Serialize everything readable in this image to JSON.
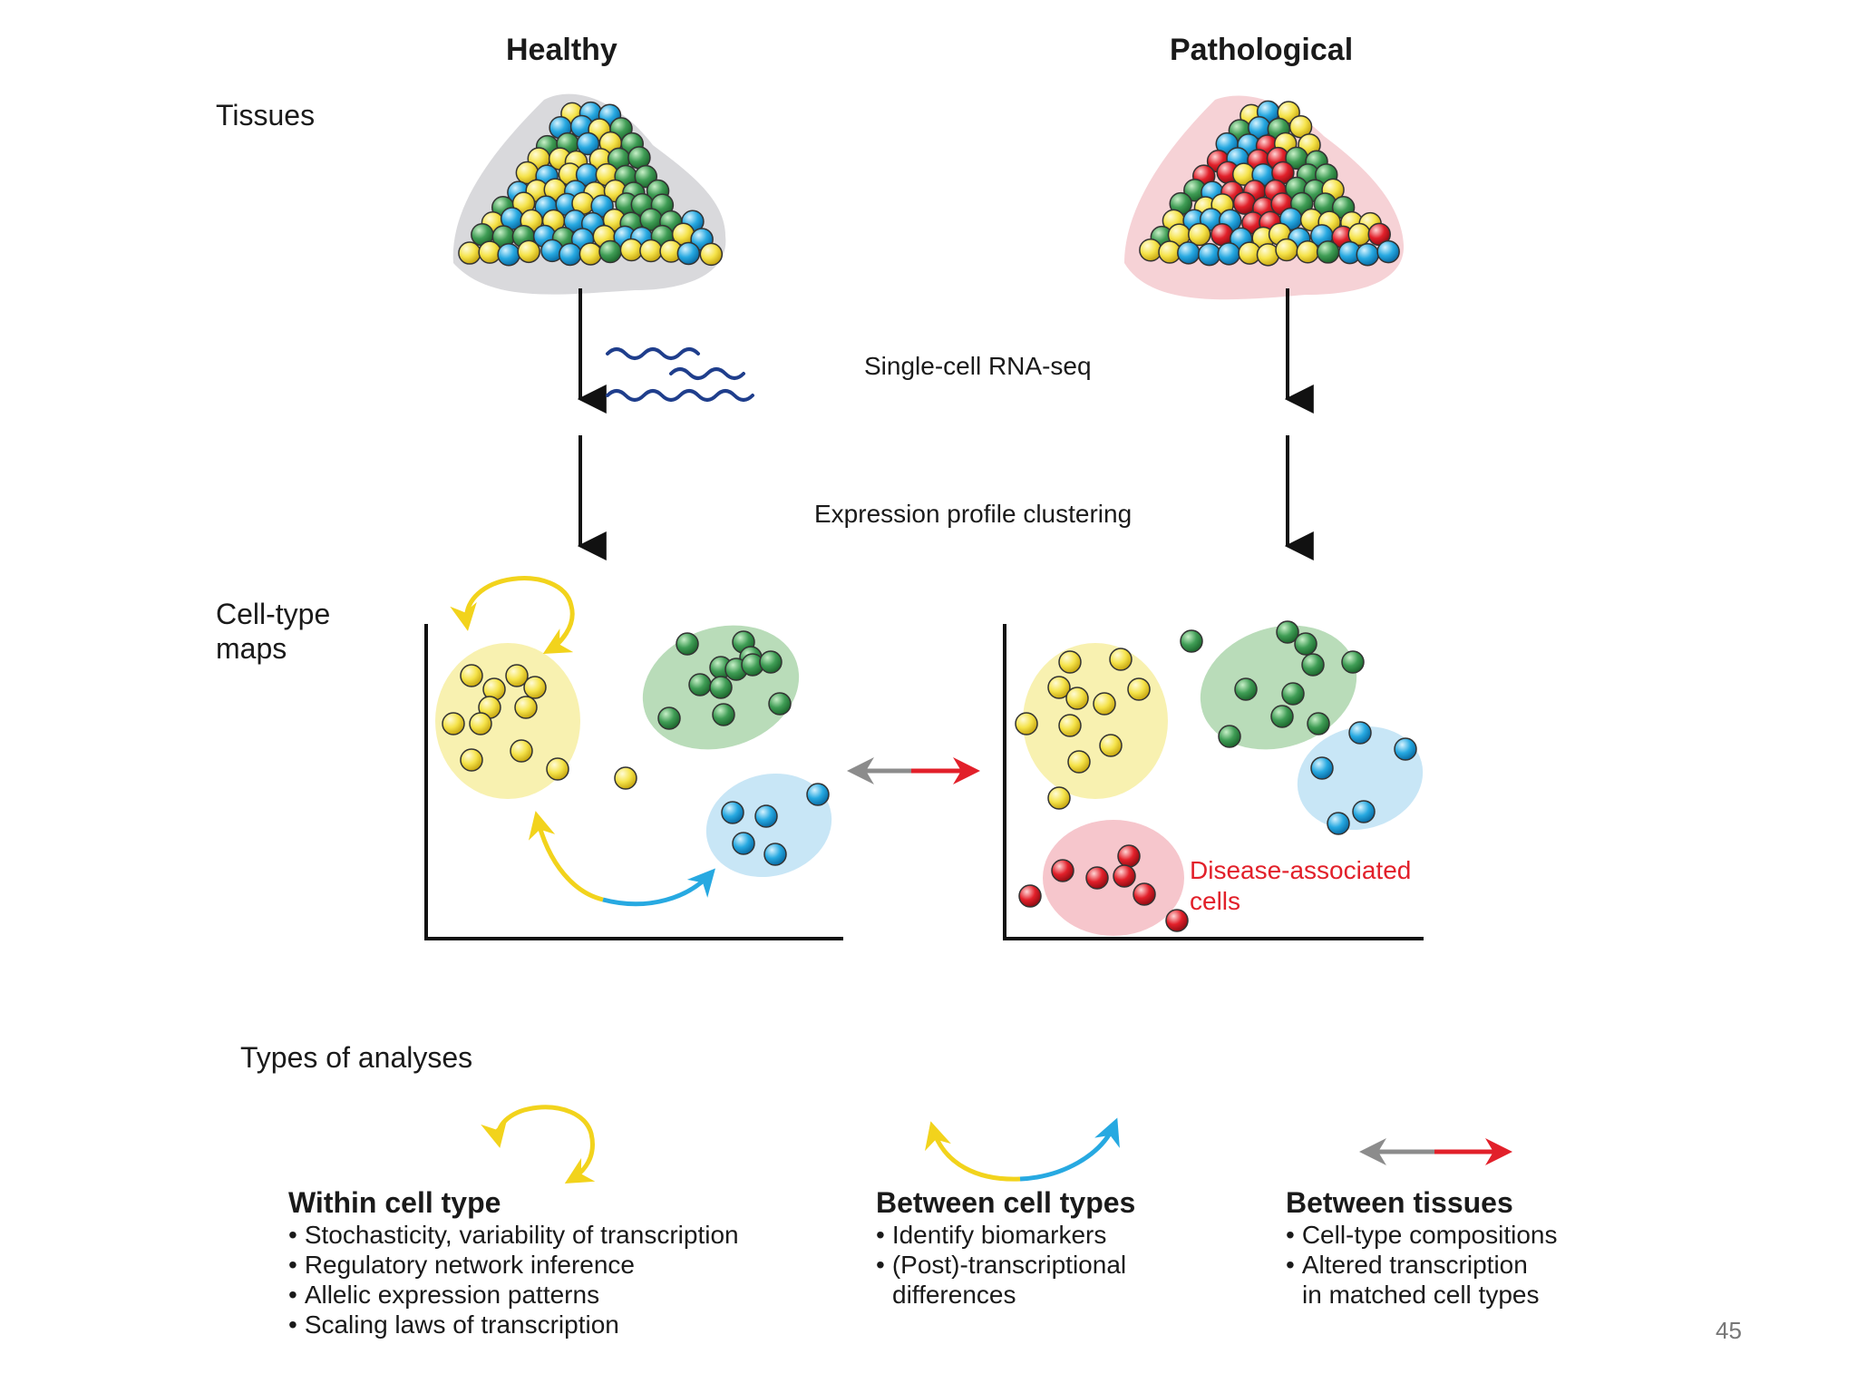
{
  "columns": {
    "healthy": "Healthy",
    "pathological": "Pathological"
  },
  "row_labels": {
    "tissues": "Tissues",
    "celltype_maps": [
      "Cell-type",
      "maps"
    ]
  },
  "steps": {
    "rnaseq": "Single-cell RNA-seq",
    "clustering": "Expression profile clustering"
  },
  "disease_label": [
    "Disease-associated",
    "cells"
  ],
  "analyses": {
    "title": "Types of analyses",
    "within": {
      "heading": "Within cell type",
      "bullets": [
        "Stochasticity, variability of transcription",
        "Regulatory network inference",
        "Allelic expression patterns",
        "Scaling laws of transcription"
      ]
    },
    "between_types": {
      "heading": "Between cell types",
      "bullets": [
        "Identify biomarkers",
        "(Post)-transcriptional"
      ],
      "continuation": "differences"
    },
    "between_tissues": {
      "heading": "Between tissues",
      "bullets": [
        "Cell-type compositions",
        "Altered transcription"
      ],
      "continuation": "in matched cell types"
    }
  },
  "page_number": "45",
  "colors": {
    "yellow": "#f2dd3c",
    "green": "#3f9d55",
    "blue": "#27a9e1",
    "red": "#e2202a",
    "gray": "#8c8c8c"
  }
}
